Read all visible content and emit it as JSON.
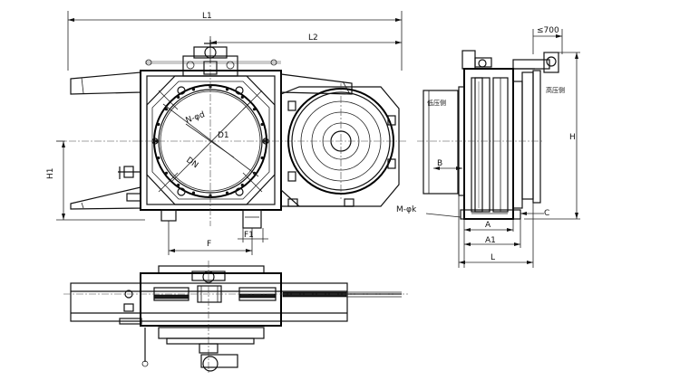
{
  "labels": {
    "L1": "L1",
    "L2": "L2",
    "H1": "H1",
    "F": "F",
    "F1": "F1",
    "N_phi_d": "N-φd",
    "D1": "D1",
    "DN": "DN",
    "le700": "≤700",
    "low_side": "低压侧",
    "high_side": "高压侧",
    "H": "H",
    "B": "B",
    "M_phi_k": "M-φk",
    "C": "C",
    "A": "A",
    "A1": "A1",
    "L": "L"
  }
}
